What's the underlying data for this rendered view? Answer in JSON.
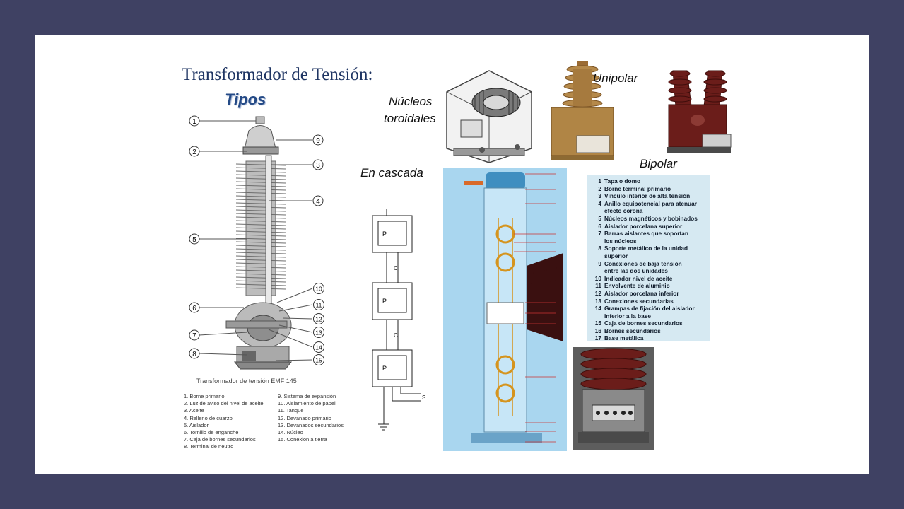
{
  "slide": {
    "title": "Transformador de Tensión:",
    "subtitle": "Tipos"
  },
  "labels": {
    "toroidal_line1": "Núcleos",
    "toroidal_line2": "toroidales",
    "unipolar": "Unipolar",
    "bipolar": "Bipolar",
    "cascade": "En cascada"
  },
  "emf145": {
    "caption": "Transformador de tensión EMF 145",
    "callouts": [
      "1",
      "2",
      "3",
      "4",
      "5",
      "6",
      "7",
      "8",
      "9",
      "10",
      "11",
      "12",
      "13",
      "14",
      "15"
    ],
    "parts_left": [
      "1. Borne primario",
      "2. Luz de aviso del nivel de aceite",
      "3. Aceite",
      "4. Relleno de cuarzo",
      "5. Aislador",
      "6. Tornillo de enganche",
      "7. Caja de bornes secundarios",
      "8. Terminal de neutro"
    ],
    "parts_right": [
      "9. Sistema de expansión",
      "10. Aislamiento de papel",
      "11. Tanque",
      "12. Devanado primario",
      "13. Devanados secundarios",
      "14. Núcleo",
      "15. Conexión a tierra"
    ]
  },
  "cascade_diagram": {
    "core_label": "P",
    "link_label": "C",
    "secondary_label": "S"
  },
  "legend": [
    {
      "n": "1",
      "text": "Tapa o domo"
    },
    {
      "n": "2",
      "text": "Borne terminal primario"
    },
    {
      "n": "3",
      "text": "Vínculo interior de alta tensión"
    },
    {
      "n": "4",
      "text": "Anillo equipotencial para atenuar",
      "cont": "efecto corona"
    },
    {
      "n": "5",
      "text": "Núcleos magnéticos y bobinados"
    },
    {
      "n": "6",
      "text": "Aislador porcelana superior"
    },
    {
      "n": "7",
      "text": "Barras aislantes que soportan",
      "cont": "los núcleos"
    },
    {
      "n": "8",
      "text": "Soporte metálico de la unidad",
      "cont": "superior"
    },
    {
      "n": "9",
      "text": "Conexiones de baja tensión",
      "cont": "entre las dos unidades"
    },
    {
      "n": "10",
      "text": "Indicador nivel de aceite"
    },
    {
      "n": "11",
      "text": "Envolvente de aluminio"
    },
    {
      "n": "12",
      "text": "Aislador porcelana inferior"
    },
    {
      "n": "13",
      "text": "Conexiones secundarias"
    },
    {
      "n": "14",
      "text": "Grampas de fijación del aislador",
      "cont": "inferior a la base"
    },
    {
      "n": "15",
      "text": "Caja de bornes secundarios"
    },
    {
      "n": "16",
      "text": "Bornes secundarios"
    },
    {
      "n": "17",
      "text": "Base metálica"
    }
  ],
  "colors": {
    "frame": "#3f4163",
    "title": "#1f3563",
    "legend_bg": "#d6e9f2",
    "porcelain_brown": "#6b1d1a",
    "unipolar_tan": "#b5894a"
  }
}
